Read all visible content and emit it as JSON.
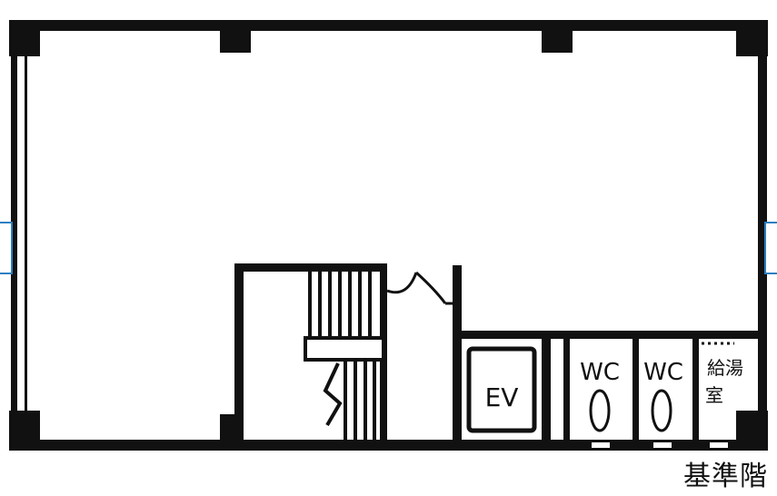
{
  "floor_plan": {
    "floor_name": "基準階",
    "rooms": {
      "elevator": "EV",
      "wc_left": "WC",
      "wc_right": "WC",
      "kitchenette_line1": "給湯",
      "kitchenette_line2": "室"
    }
  },
  "navigation": {
    "previous_icon": "chevron-left-icon",
    "next_icon": "chevron-right-icon",
    "accent_color": "#2a7fc1"
  }
}
